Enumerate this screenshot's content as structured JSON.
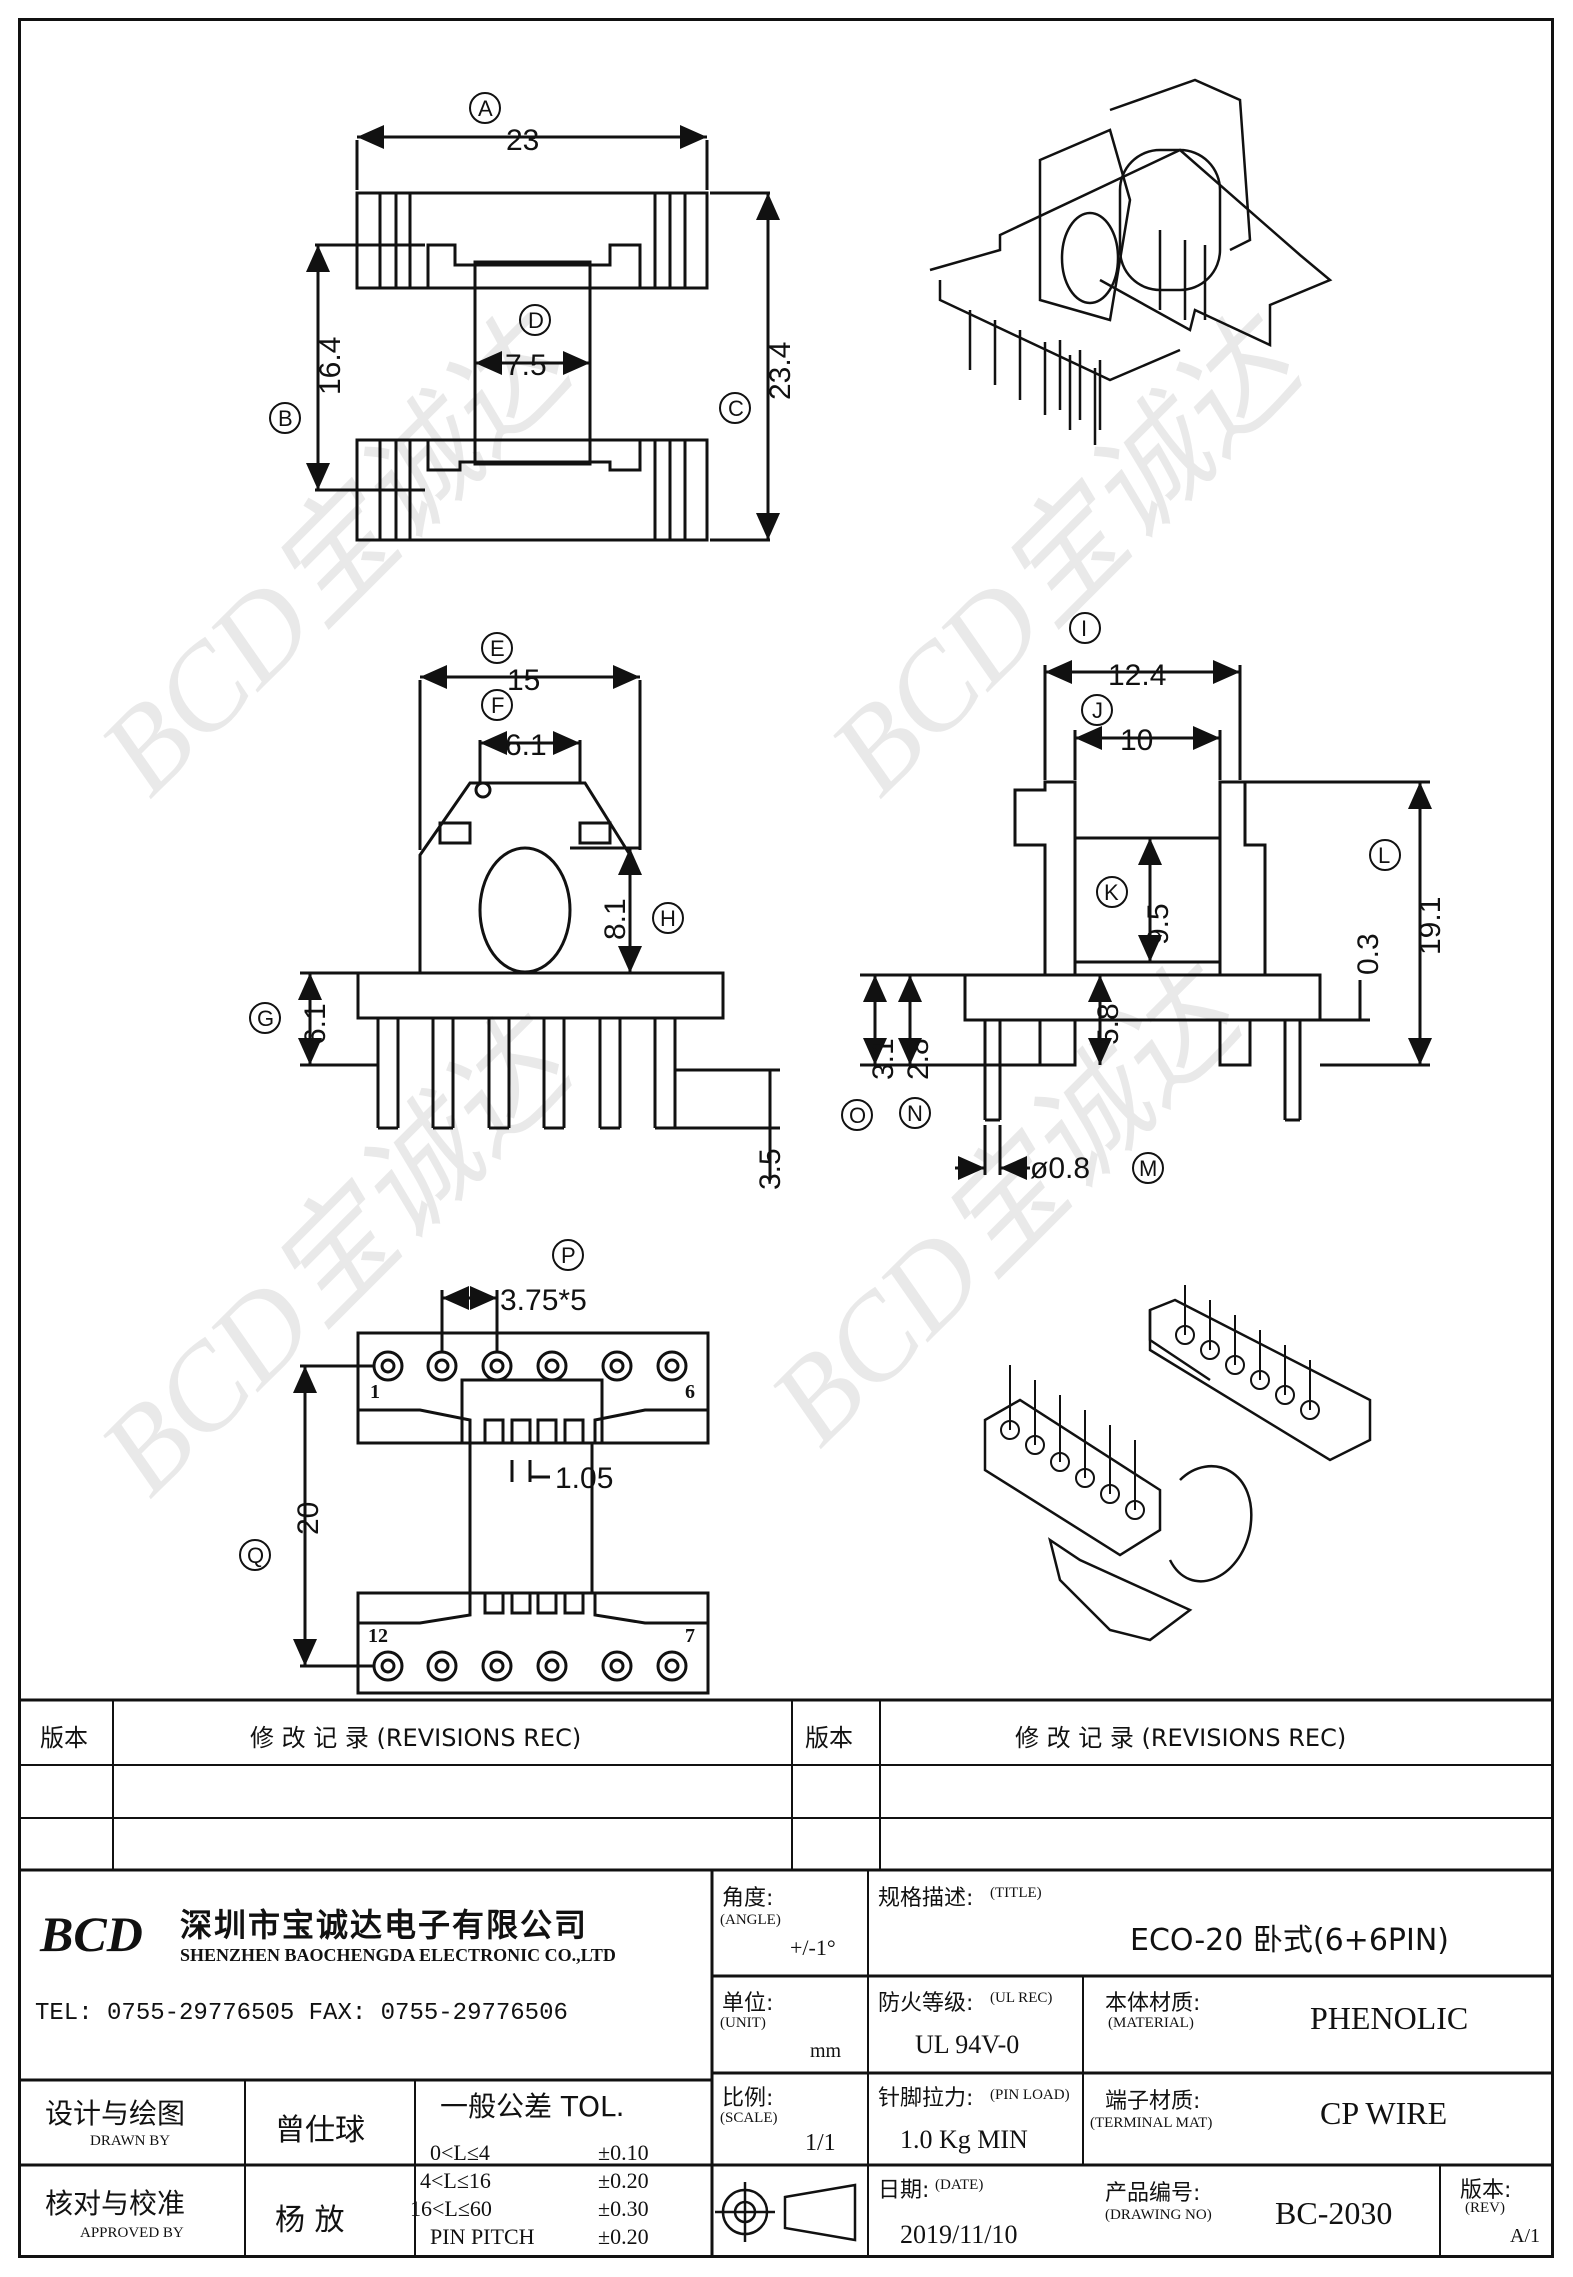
{
  "views": {
    "top": {
      "dims": {
        "A": "23",
        "B": "16.4",
        "C": "23.4",
        "D": "7.5"
      },
      "balloons": {
        "A": "A",
        "B": "B",
        "C": "C",
        "D": "D"
      }
    },
    "front": {
      "dims": {
        "E": "15",
        "F": "6.1",
        "H": "8.1",
        "G": "6.1",
        "pin": "3.5"
      },
      "balloons": {
        "E": "E",
        "F": "F",
        "G": "G",
        "H": "H"
      }
    },
    "side": {
      "dims": {
        "I": "12.4",
        "J": "10",
        "K": "9.5",
        "L": "19.1",
        "gap": "0.3",
        "M": "ø0.8",
        "N": "2.8",
        "O": "3.1",
        "h": "5.8"
      },
      "balloons": {
        "I": "I",
        "J": "J",
        "K": "K",
        "L": "L",
        "M": "M",
        "N": "N",
        "O": "O"
      }
    },
    "bottom": {
      "dims": {
        "P": "3.75*5",
        "Q": "20",
        "w": "1.05"
      },
      "balloons": {
        "P": "P",
        "Q": "Q"
      },
      "pin_labels": {
        "p1": "1",
        "p6": "6",
        "p12": "12",
        "p7": "7"
      }
    }
  },
  "revisions": {
    "col1": "版本",
    "col2": "修 改 记 录 (REVISIONS REC)",
    "col3": "版本",
    "col4": "修 改 记 录 (REVISIONS REC)"
  },
  "company": {
    "logo": "BCD",
    "name_cn": "深圳市宝诚达电子有限公司",
    "name_en": "SHENZHEN BAOCHENGDA ELECTRONIC CO.,LTD",
    "tel_fax": "TEL: 0755-29776505   FAX: 0755-29776506"
  },
  "title_block": {
    "angle_label": "角度:",
    "angle_en": "(ANGLE)",
    "angle_value": "+/-1°",
    "title_label": "规格描述:",
    "title_en": "(TITLE)",
    "title_value": "ECO-20 卧式(6+6PIN)",
    "unit_label": "单位:",
    "unit_en": "(UNIT)",
    "unit_value": "mm",
    "ul_label": "防火等级:",
    "ul_en": "(UL REC)",
    "ul_value": "UL 94V-0",
    "material_label": "本体材质:",
    "material_en": "(MATERIAL)",
    "material_value": "PHENOLIC",
    "scale_label": "比例:",
    "scale_en": "(SCALE)",
    "scale_value": "1/1",
    "pinload_label": "针脚拉力:",
    "pinload_en": "(PIN LOAD)",
    "pinload_value": "1.0 Kg MIN",
    "terminal_label": "端子材质:",
    "terminal_en": "(TERMINAL MAT)",
    "terminal_value": "CP WIRE",
    "date_label": "日期:",
    "date_en": "(DATE)",
    "date_value": "2019/11/10",
    "drawno_label": "产品编号:",
    "drawno_en": "(DRAWING NO)",
    "drawno_value": "BC-2030",
    "rev_label": "版本:",
    "rev_en": "(REV)",
    "rev_value": "A/1",
    "drawn_cn": "设计与绘图",
    "drawn_en": "DRAWN BY",
    "drawn_name": "曾仕球",
    "approved_cn": "核对与校准",
    "approved_en": "APPROVED BY",
    "approved_name": "杨  放",
    "tol_title": "一般公差 TOL.",
    "tol_rows": [
      {
        "range": "0<L≤4",
        "tol": "±0.10"
      },
      {
        "range": "4<L≤16",
        "tol": "±0.20"
      },
      {
        "range": "16<L≤60",
        "tol": "±0.30"
      },
      {
        "range": "PIN PITCH",
        "tol": "±0.20"
      }
    ]
  }
}
